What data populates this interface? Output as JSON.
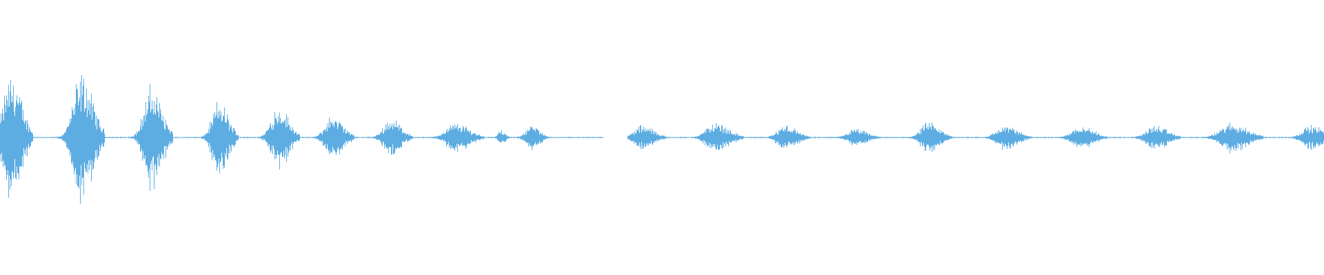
{
  "waveform": {
    "color": "#5DADE2",
    "background": "#ffffff",
    "bursts": [
      {
        "name": "burst-1",
        "amplitude": 0.52,
        "width": 0.02,
        "center": 0.008
      },
      {
        "name": "burst-2",
        "amplitude": 0.52,
        "width": 0.022,
        "center": 0.061
      },
      {
        "name": "burst-3",
        "amplitude": 0.42,
        "width": 0.02,
        "center": 0.114
      },
      {
        "name": "burst-4",
        "amplitude": 0.3,
        "width": 0.018,
        "center": 0.165
      },
      {
        "name": "burst-5",
        "amplitude": 0.26,
        "width": 0.02,
        "center": 0.21
      },
      {
        "name": "burst-6",
        "amplitude": 0.18,
        "width": 0.02,
        "center": 0.251
      },
      {
        "name": "burst-7",
        "amplitude": 0.16,
        "width": 0.02,
        "center": 0.295
      },
      {
        "name": "burst-8",
        "amplitude": 0.12,
        "width": 0.026,
        "center": 0.344
      },
      {
        "name": "burst-9",
        "amplitude": 0.06,
        "width": 0.008,
        "center": 0.378
      },
      {
        "name": "burst-10",
        "amplitude": 0.1,
        "width": 0.016,
        "center": 0.401
      },
      {
        "name": "burst-11",
        "amplitude": 0.1,
        "width": 0.022,
        "center": 0.485
      },
      {
        "name": "burst-12",
        "amplitude": 0.12,
        "width": 0.026,
        "center": 0.54
      },
      {
        "name": "burst-13",
        "amplitude": 0.1,
        "width": 0.022,
        "center": 0.593
      },
      {
        "name": "burst-14",
        "amplitude": 0.07,
        "width": 0.022,
        "center": 0.646
      },
      {
        "name": "burst-15",
        "amplitude": 0.12,
        "width": 0.022,
        "center": 0.701
      },
      {
        "name": "burst-16",
        "amplitude": 0.1,
        "width": 0.024,
        "center": 0.759
      },
      {
        "name": "burst-17",
        "amplitude": 0.1,
        "width": 0.024,
        "center": 0.816
      },
      {
        "name": "burst-18",
        "amplitude": 0.1,
        "width": 0.024,
        "center": 0.872
      },
      {
        "name": "burst-19",
        "amplitude": 0.12,
        "width": 0.03,
        "center": 0.93
      },
      {
        "name": "burst-20",
        "amplitude": 0.1,
        "width": 0.024,
        "center": 0.99
      }
    ],
    "gaps": [
      {
        "start": 0.456,
        "end": 0.474
      }
    ],
    "noise_floor": 0.004
  }
}
